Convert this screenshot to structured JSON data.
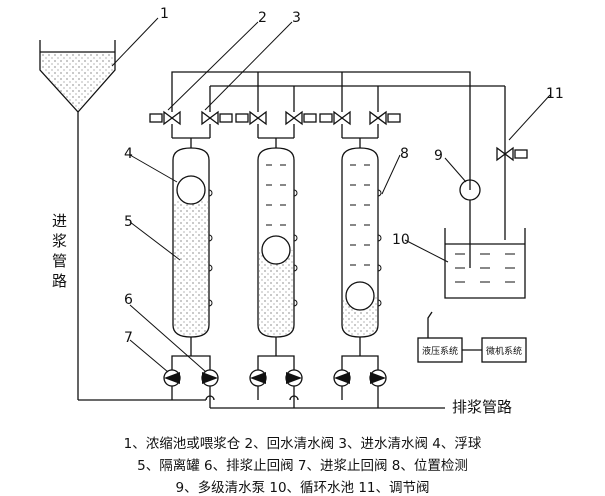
{
  "diagram": {
    "labels": {
      "n1": "1",
      "n2": "2",
      "n3": "3",
      "n4": "4",
      "n5": "5",
      "n6": "6",
      "n7": "7",
      "n8": "8",
      "n9": "9",
      "n10": "10",
      "n11": "11"
    },
    "inlet_pipe_text": [
      "进",
      "浆",
      "管",
      "路"
    ],
    "outlet_pipe_text": "排浆管路",
    "systems": {
      "hydraulic": "液压系统",
      "microcomputer": "微机系统"
    }
  },
  "legend": {
    "line1": "1、浓缩池或喂浆仓   2、回水清水阀   3、进水清水阀   4、浮球",
    "line2": "5、隔离罐 6、排浆止回阀 7、进浆止回阀 8、位置检测",
    "line3": "9、多级清水泵 10、循环水池 11、调节阀"
  }
}
